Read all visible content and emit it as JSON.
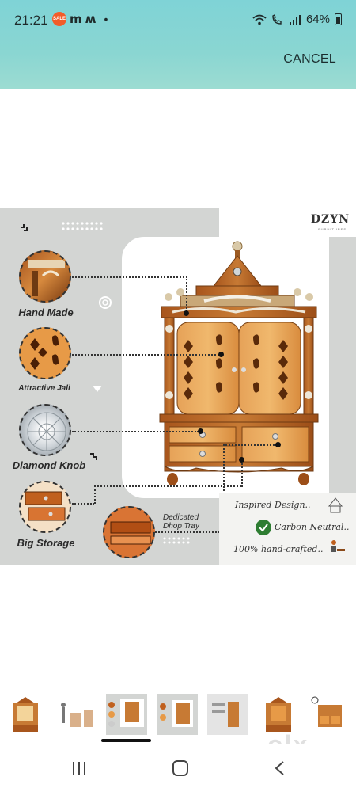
{
  "status_bar": {
    "time": "21:21",
    "battery": "64%",
    "notification_icons": [
      "app-badge-icon",
      "m-icon",
      "m-icon",
      "dot-icon"
    ],
    "system_icons": [
      "wifi-icon",
      "call-icon",
      "signal-icon",
      "battery-icon"
    ]
  },
  "header": {
    "cancel_label": "CANCEL"
  },
  "product": {
    "brand": "DZYN",
    "brand_sub": "FURNITURES",
    "features": [
      {
        "label": "Hand Made"
      },
      {
        "label": "Attractive Jali"
      },
      {
        "label": "Diamond Knob"
      },
      {
        "label": "Big Storage"
      }
    ],
    "callout": "Dedicated\nDhop Tray",
    "taglines": [
      "Inspired Design..",
      "Carbon Neutral..",
      "100% hand-crafted.."
    ]
  },
  "thumbnails_count": 8,
  "selected_thumbnail": 2,
  "watermark": "olx",
  "colors": {
    "status_bg": "#85d4d4",
    "panel": "#d3d5d3",
    "wood": "#b8692a"
  }
}
